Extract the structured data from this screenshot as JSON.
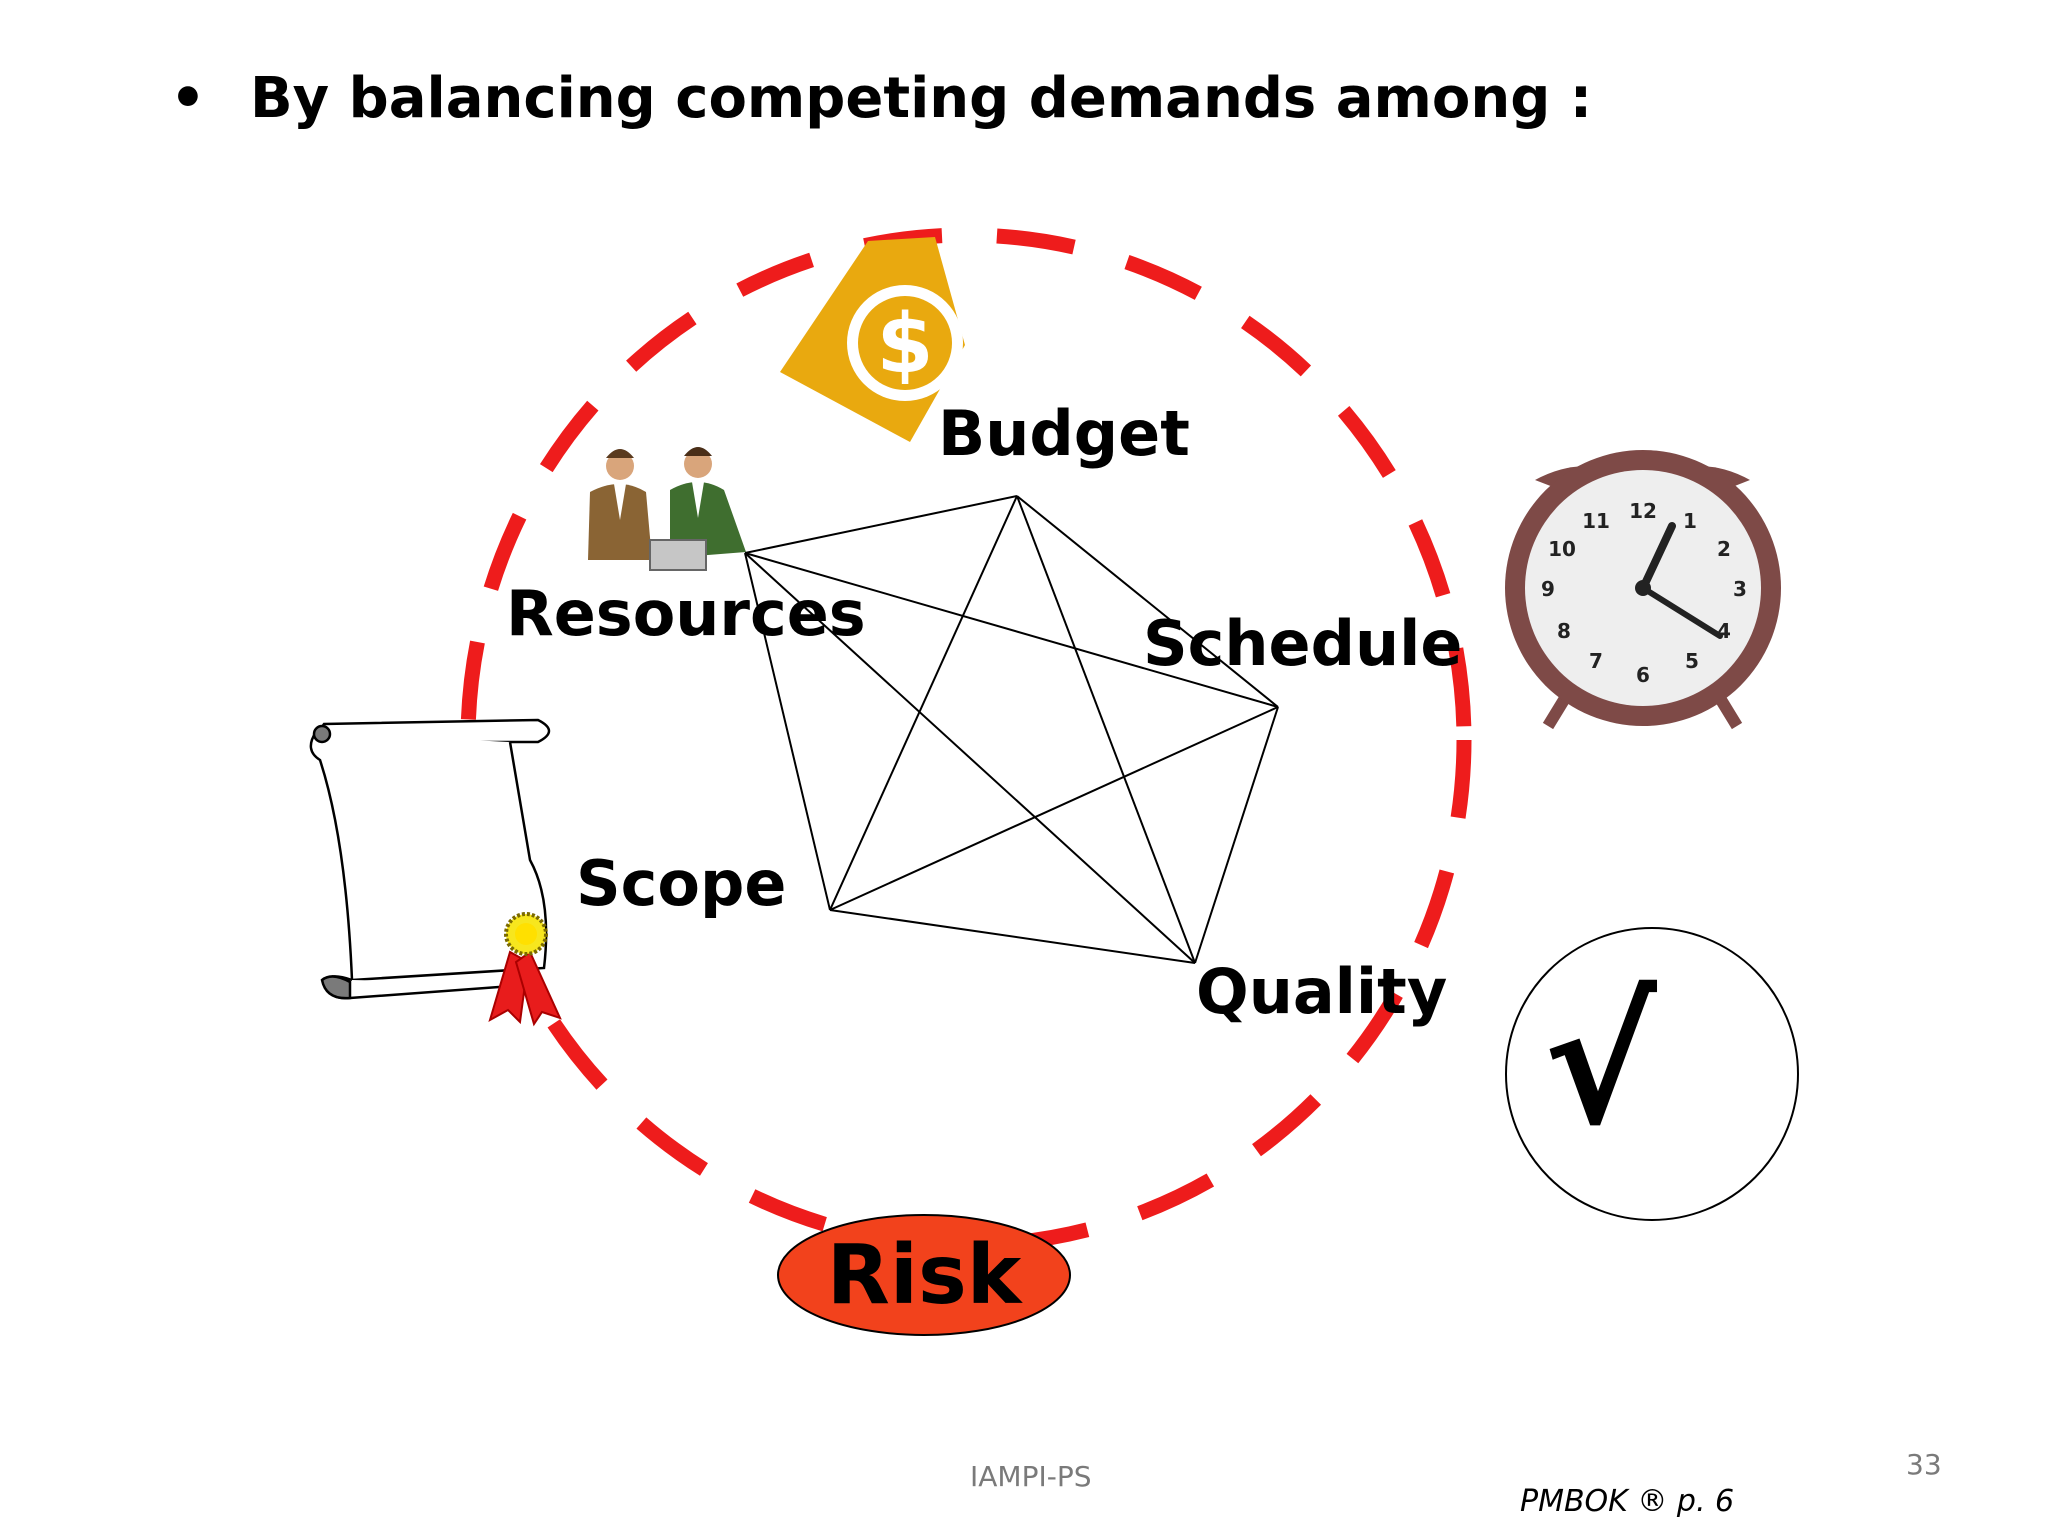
{
  "slide": {
    "bullet_symbol": "•",
    "heading": "By balancing competing demands among :",
    "footer": "IAMPI-PS",
    "page_number": "33",
    "citation": "PMBOK ® p. 6"
  },
  "diagram": {
    "labels": {
      "budget": "Budget",
      "resources": "Resources",
      "schedule": "Schedule",
      "scope": "Scope",
      "quality": "Quality",
      "risk": "Risk"
    },
    "check_mark": "√",
    "colors": {
      "ring": "#ee1c1c",
      "risk_fill": "#f2421c",
      "coin": "#e9a90f",
      "ribbon": "#e81c1c"
    }
  }
}
